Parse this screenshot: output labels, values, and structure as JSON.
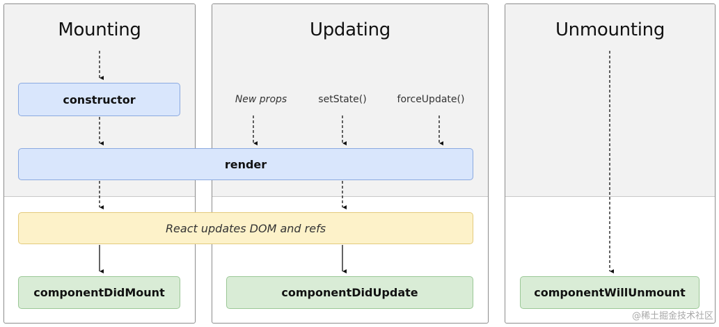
{
  "columns": [
    {
      "title": "Mounting"
    },
    {
      "title": "Updating"
    },
    {
      "title": "Unmounting"
    }
  ],
  "boxes": {
    "constructor": "constructor",
    "render": "render",
    "dom_update": "React updates DOM and refs",
    "did_mount": "componentDidMount",
    "did_update": "componentDidUpdate",
    "will_unmount": "componentWillUnmount"
  },
  "triggers": {
    "new_props": "New props",
    "set_state": "setState()",
    "force_update": "forceUpdate()"
  },
  "watermark": "@稀土掘金技术社区",
  "colors": {
    "render_phase_bg": "#f2f2f2",
    "blue_box": "#d9e6fc",
    "yellow_box": "#fdf2c9",
    "green_box": "#d9ecd6"
  }
}
